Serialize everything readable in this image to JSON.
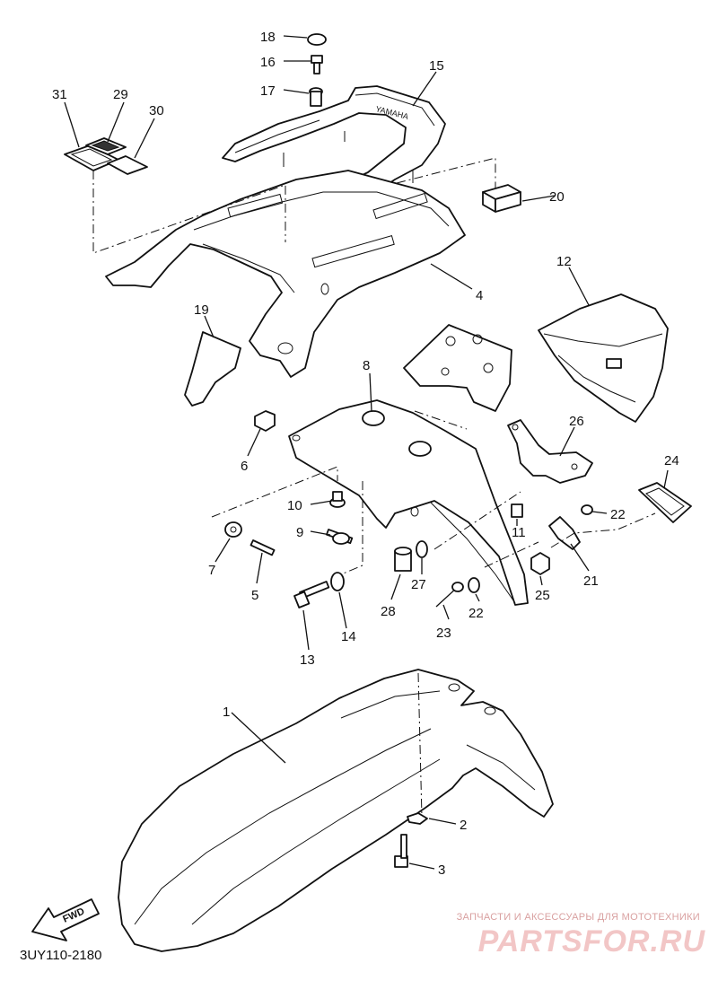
{
  "diagram": {
    "callouts": [
      "1",
      "2",
      "3",
      "4",
      "5",
      "6",
      "7",
      "8",
      "9",
      "10",
      "11",
      "12",
      "13",
      "14",
      "15",
      "16",
      "17",
      "18",
      "19",
      "20",
      "21",
      "22",
      "22",
      "23",
      "24",
      "25",
      "26",
      "27",
      "28",
      "29",
      "30",
      "31"
    ],
    "fwd_label": "FWD",
    "sticker_text": "YAMAHA"
  },
  "footer": {
    "code": "3UY110-2180"
  },
  "watermark": {
    "tagline": "ЗАПЧАСТИ И АКСЕССУАРЫ ДЛЯ МОТОТЕХНИКИ",
    "logo": "PARTSFOR.RU"
  }
}
